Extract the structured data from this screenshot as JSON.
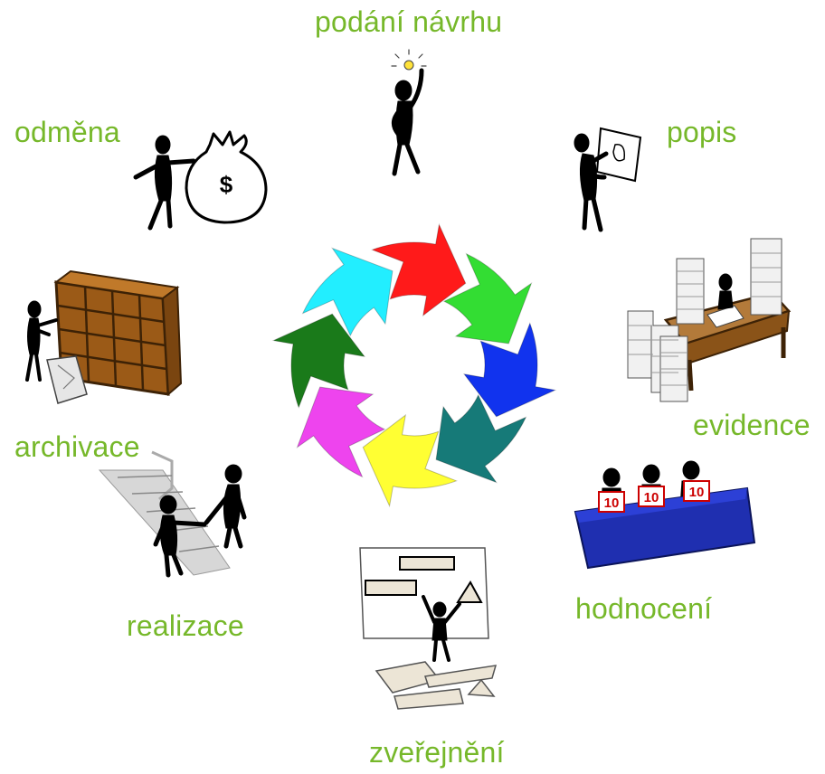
{
  "diagram": {
    "steps": [
      {
        "label": "podání návrhu"
      },
      {
        "label": "popis"
      },
      {
        "label": "evidence"
      },
      {
        "label": "hodnocení"
      },
      {
        "label": "zveřejnění"
      },
      {
        "label": "realizace"
      },
      {
        "label": "archivace"
      },
      {
        "label": "odměna"
      }
    ],
    "cycle_colors": [
      "#ff1a1a",
      "#33dd33",
      "#1133ee",
      "#167a78",
      "#ffff33",
      "#ee44ee",
      "#1a7a1a",
      "#22eeff"
    ],
    "label_color": "#76b82a",
    "score_card_text": "10",
    "money_symbol": "$"
  }
}
